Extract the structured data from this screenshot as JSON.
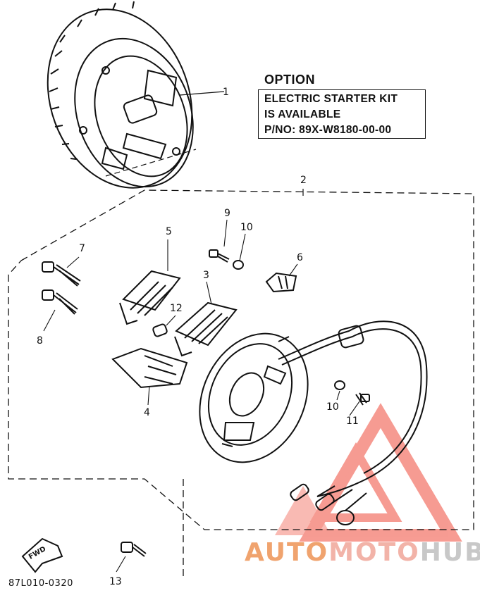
{
  "option": {
    "title": "OPTION",
    "lines": [
      "ELECTRIC STARTER KIT",
      "IS AVAILABLE",
      "P/NO: 89X-W8180-00-00"
    ]
  },
  "callouts": [
    "1",
    "2",
    "3",
    "4",
    "5",
    "6",
    "7",
    "8",
    "9",
    "10",
    "10",
    "11",
    "12",
    "13"
  ],
  "fwd_label": "FWD",
  "diagram_code": "87L010-0320",
  "watermark": {
    "part1": "AUTO",
    "part2": "MOTO",
    "part3": "HUB"
  },
  "colors": {
    "line": "#111111",
    "watermark_red": "#f04a3a",
    "watermark_orange": "#f0a36e",
    "watermark_grey": "#c8c8c8"
  }
}
